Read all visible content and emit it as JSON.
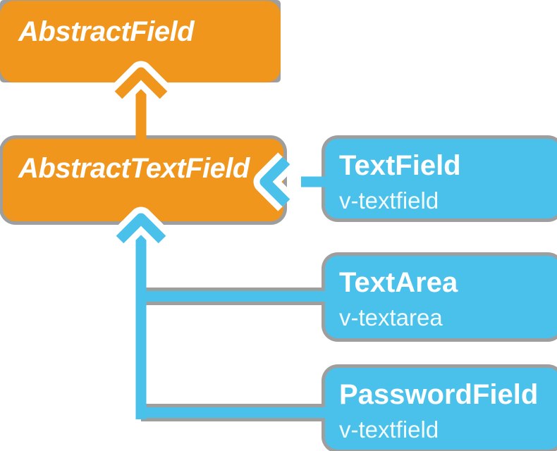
{
  "colors": {
    "abstract_box": "#F0961C",
    "component_box": "#4AC1EB",
    "casing": "#9E9E9E",
    "arrow_outline": "#FFFFFF",
    "label_text": "#FFFFFF"
  },
  "nodes": {
    "abstract_field": {
      "label": "AbstractField"
    },
    "abstract_text_field": {
      "label": "AbstractTextField"
    },
    "text_field": {
      "label": "TextField",
      "component": "v-textfield"
    },
    "text_area": {
      "label": "TextArea",
      "component": "v-textarea"
    },
    "password_field": {
      "label": "PasswordField",
      "component": "v-textfield"
    }
  },
  "relations": [
    {
      "from": "AbstractTextField",
      "to": "AbstractField",
      "type": "extends"
    },
    {
      "from": "TextField",
      "to": "AbstractTextField",
      "type": "extends"
    },
    {
      "from": "TextArea",
      "to": "AbstractTextField",
      "type": "extends"
    },
    {
      "from": "PasswordField",
      "to": "AbstractTextField",
      "type": "extends"
    }
  ]
}
